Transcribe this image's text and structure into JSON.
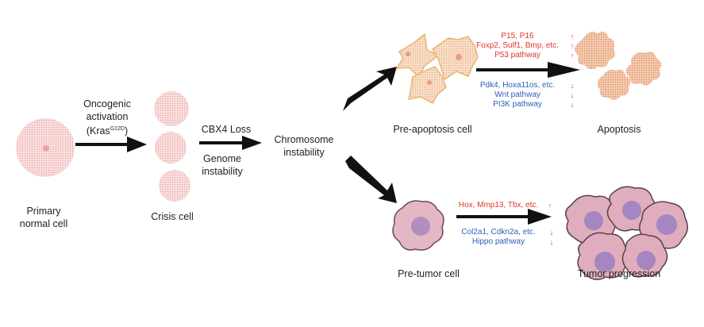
{
  "stages": {
    "primary": "Primary\nnormal cell",
    "primary_line1": "Primary",
    "primary_line2": "normal cell",
    "crisis": "Crisis cell",
    "chromosome_line1": "Chromosome",
    "chromosome_line2": "instability",
    "pre_apoptosis": "Pre-apoptosis cell",
    "apoptosis": "Apoptosis",
    "pre_tumor": "Pre-tumor cell",
    "tumor": "Tumor progression"
  },
  "transitions": {
    "oncogenic_line1": "Oncogenic",
    "oncogenic_line2": "activation",
    "kras": "(Kras",
    "kras_sup": "G12D",
    "kras_close": ")",
    "cbx4": "CBX4 Loss",
    "genome_line1": "Genome",
    "genome_line2": "instability"
  },
  "apoptosis_genes": {
    "up": [
      "P15, P16",
      "Foxp2, Sulf1, Bmp, etc.",
      "P53 pathway"
    ],
    "down": [
      "Pdk4, Hoxa11os, etc.",
      "Wnt pathway",
      "PI3K pathway"
    ],
    "up_marker": "↑",
    "down_marker": "↓"
  },
  "tumor_genes": {
    "up": [
      "Hox, Mmp13, Tbx, etc."
    ],
    "down": [
      "Col2a1, Cdkn2a, etc.",
      "Hippo pathway"
    ],
    "up_marker": "↑",
    "down_marker": "↓"
  },
  "colors": {
    "up": "#e0342c",
    "down": "#2c5fb8",
    "normal_cell": "#f4c4c4",
    "star_cell": "#f3c9a0",
    "tumor_cell": "#d9a3b3",
    "nucleus": "#9c7fb5"
  }
}
